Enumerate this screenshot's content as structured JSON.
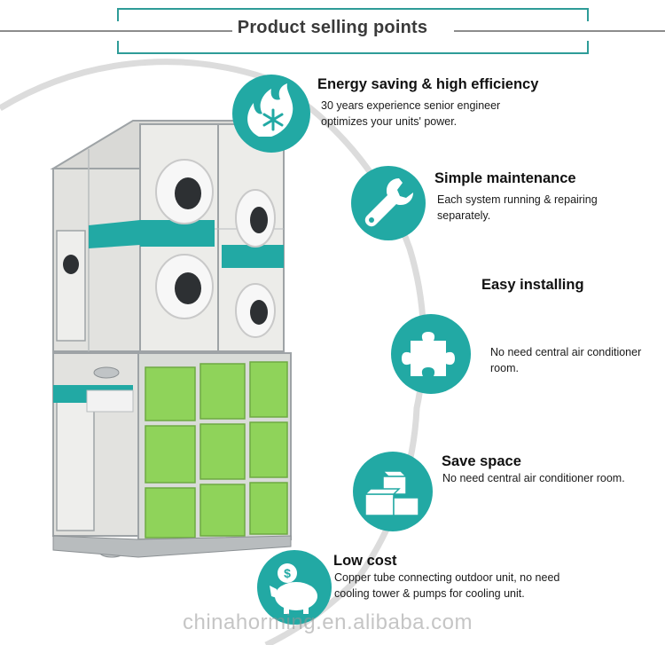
{
  "banner": {
    "title": "Product  selling points"
  },
  "features": [
    {
      "icon": "fire-snowflake-icon",
      "title": "Energy saving & high efficiency",
      "lines": [
        "30 years experience senior engineer",
        "optimizes your units' power."
      ]
    },
    {
      "icon": "wrench-icon",
      "title": "Simple maintenance",
      "lines": [
        "Each system running & repairing",
        "separately."
      ]
    },
    {
      "icon": "puzzle-piece-icon",
      "title": "Easy installing",
      "lines": [
        "No need central air conditioner",
        "room."
      ]
    },
    {
      "icon": "boxes-icon",
      "title": "Save space",
      "lines": [
        "No need central air conditioner room."
      ]
    },
    {
      "icon": "piggy-bank-icon",
      "title": "Low cost",
      "lines": [
        "Copper tube connecting outdoor unit, no need",
        "cooling tower & pumps for cooling unit."
      ]
    }
  ],
  "watermark": "chinahorming.en.alibaba.com",
  "colors": {
    "accent": "#22a9a4",
    "cabinet": "#e9e9e6",
    "filter": "#8fd35a",
    "frame": "#9ea3a6"
  }
}
